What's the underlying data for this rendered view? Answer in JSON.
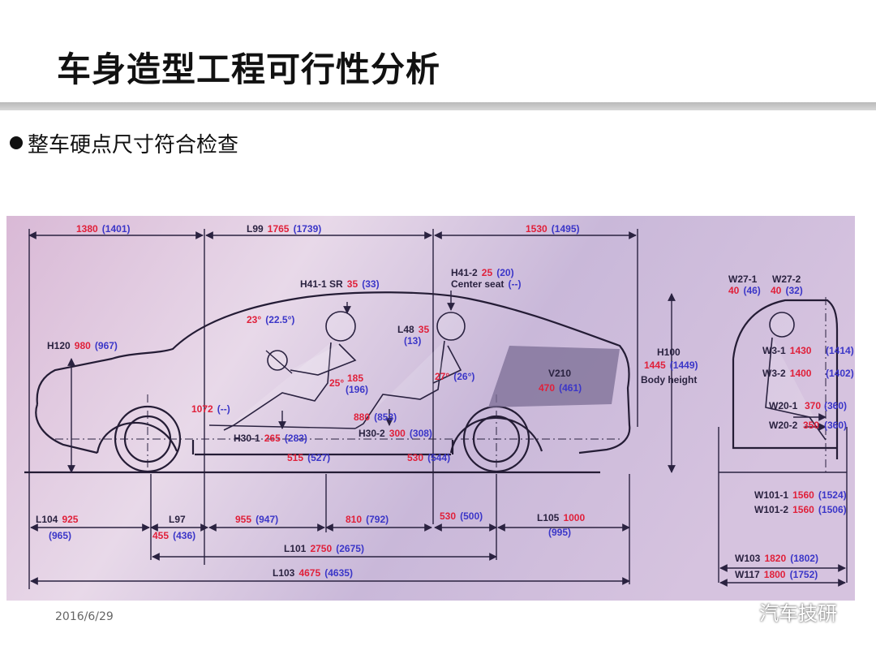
{
  "slide": {
    "title": "车身造型工程可行性分析",
    "bullet": "整车硬点尺寸符合检查",
    "date": "2016/6/29",
    "watermark": "汽车技研"
  },
  "dims_top": {
    "front_ovh": {
      "k": "",
      "r": "1380",
      "b": "(1401)"
    },
    "l99": {
      "k": "L99",
      "r": "1765",
      "b": "(1739)"
    },
    "rear_ovh": {
      "k": "",
      "r": "1530",
      "b": "(1495)"
    }
  },
  "labels": {
    "h41_1": {
      "k": "H41-1 SR",
      "r": "35",
      "b": "(33)"
    },
    "h41_2": {
      "k": "H41-2",
      "r": "25",
      "b": "(20)"
    },
    "center_seat": {
      "k": "Center seat",
      "b": "(--)"
    },
    "angle_front": {
      "r": "23°",
      "b": "(22.5°)"
    },
    "l48": {
      "k": "L48",
      "r": "35",
      "b": "(13)"
    },
    "h120": {
      "k": "H120",
      "r": "980",
      "b": "(967)"
    },
    "h100": {
      "k": "H100",
      "r": "1445",
      "b": "(1449)",
      "t": "Body height"
    },
    "v210": {
      "k": "V210",
      "r": "470",
      "b": "(461)"
    },
    "a25": {
      "r": "25°"
    },
    "d185": {
      "r": "185",
      "b": "(196)"
    },
    "a27": {
      "r": "27°",
      "b": "(26°)"
    },
    "d1072": {
      "r": "1072",
      "b": "(--)"
    },
    "d880": {
      "r": "880",
      "b": "(853)"
    },
    "h30_1": {
      "k": "H30-1",
      "r": "265",
      "b": "(283)"
    },
    "h30_2": {
      "k": "H30-2",
      "r": "300",
      "b": "(308)"
    },
    "d515": {
      "r": "515",
      "b": "(527)"
    },
    "d530": {
      "r": "530",
      "b": "(544)"
    }
  },
  "side": {
    "w27_1": {
      "k": "W27-1",
      "r": "40",
      "b": "(46)"
    },
    "w27_2": {
      "k": "W27-2",
      "r": "40",
      "b": "(32)"
    },
    "w3_1": {
      "k": "W3-1",
      "r": "1430",
      "b": "(1414)"
    },
    "w3_2": {
      "k": "W3-2",
      "r": "1400",
      "b": "(1402)"
    },
    "w20_1": {
      "k": "W20-1",
      "r": "370",
      "b": "(360)"
    },
    "w20_2": {
      "k": "W20-2",
      "r": "350",
      "b": "(360)"
    },
    "w101_1": {
      "k": "W101-1",
      "r": "1560",
      "b": "(1524)"
    },
    "w101_2": {
      "k": "W101-2",
      "r": "1560",
      "b": "(1506)"
    },
    "w103": {
      "k": "W103",
      "r": "1820",
      "b": "(1802)"
    },
    "w117": {
      "k": "W117",
      "r": "1800",
      "b": "(1752)"
    }
  },
  "dims_bottom": {
    "l104": {
      "k": "L104",
      "r": "925",
      "b": "(965)"
    },
    "l97": {
      "k": "L97",
      "r": "455",
      "b": "(436)"
    },
    "d955": {
      "r": "955",
      "b": "(947)"
    },
    "d810": {
      "r": "810",
      "b": "(792)"
    },
    "d530b": {
      "r": "530",
      "b": "(500)"
    },
    "l105": {
      "k": "L105",
      "r": "1000",
      "b": "(995)"
    },
    "l101": {
      "k": "L101",
      "r": "2750",
      "b": "(2675)"
    },
    "l103": {
      "k": "L103",
      "r": "4675",
      "b": "(4635)"
    }
  }
}
